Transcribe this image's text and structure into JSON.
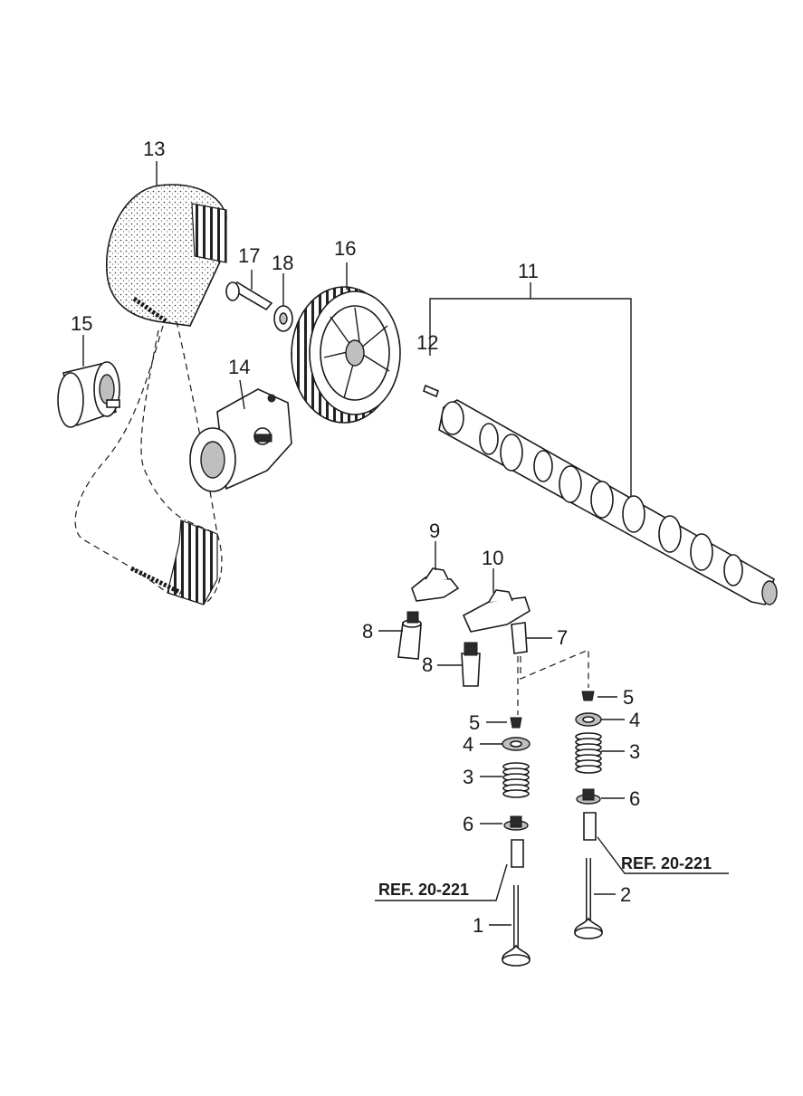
{
  "callouts": {
    "c1": "1",
    "c2": "2",
    "c3a": "3",
    "c3b": "3",
    "c4a": "4",
    "c4b": "4",
    "c5a": "5",
    "c5b": "5",
    "c6a": "6",
    "c6b": "6",
    "c7": "7",
    "c8a": "8",
    "c8b": "8",
    "c9": "9",
    "c10": "10",
    "c11": "11",
    "c12": "12",
    "c13": "13",
    "c14": "14",
    "c15": "15",
    "c16": "16",
    "c17": "17",
    "c18": "18"
  },
  "references": {
    "left": "REF. 20-221",
    "right": "REF. 20-221"
  }
}
